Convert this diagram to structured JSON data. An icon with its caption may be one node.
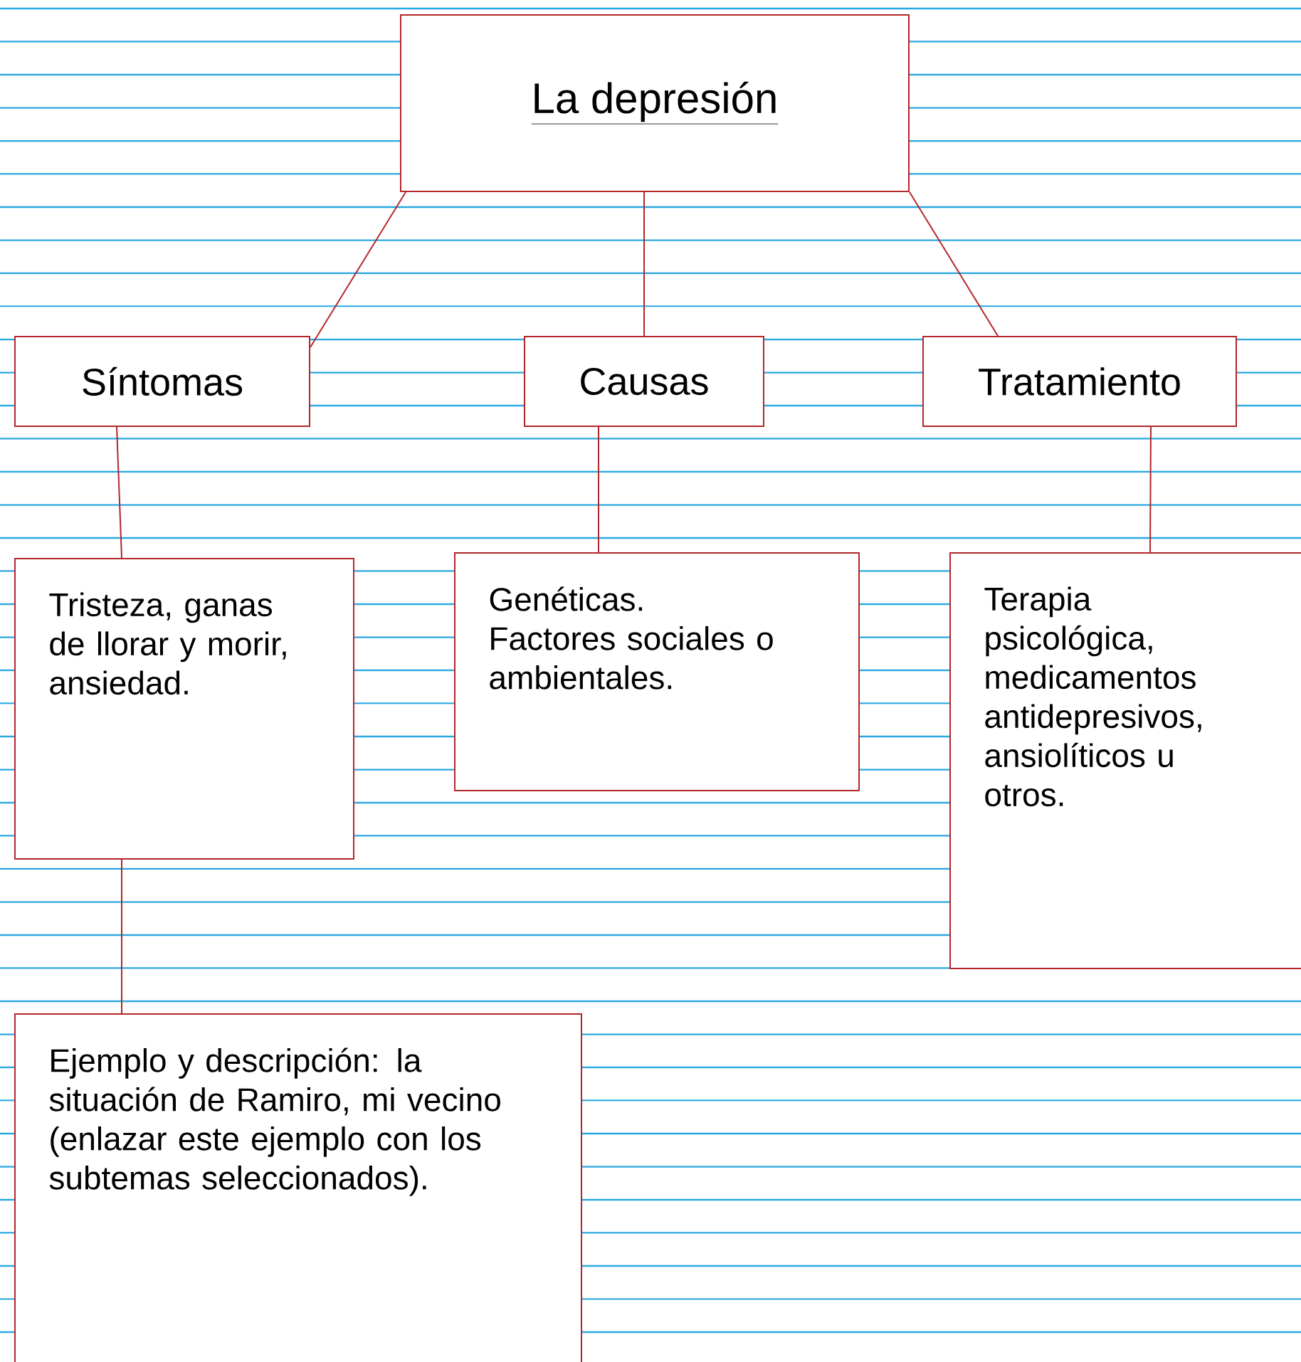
{
  "diagram": {
    "nodes": [
      {
        "text": [
          "La depresión"
        ]
      },
      {
        "text": [
          "Síntomas"
        ]
      },
      {
        "text": [
          "Causas"
        ]
      },
      {
        "text": [
          "Tratamiento"
        ]
      },
      {
        "text": [
          "Tristeza, ganas de llorar y morir, ansiedad."
        ]
      },
      {
        "text": [
          "Genéticas. Factores sociales o ambientales."
        ]
      },
      {
        "text": [
          "Terapia psicológica, medicamentos antidepresivos, ansiolíticos u otros."
        ]
      },
      {
        "text": [
          "Ejemplo y descripción: la situación de Ramiro, mi vecino (enlazar este ejemplo con los subtemas seleccionados)."
        ]
      }
    ],
    "edges": [
      {
        "from": 0,
        "to": 1,
        "arrow": "none"
      },
      {
        "from": 0,
        "to": 2,
        "arrow": "none"
      },
      {
        "from": 0,
        "to": 3,
        "arrow": "none"
      },
      {
        "from": 1,
        "to": 4,
        "arrow": "none"
      },
      {
        "from": 2,
        "to": 5,
        "arrow": "none"
      },
      {
        "from": 3,
        "to": 6,
        "arrow": "none"
      },
      {
        "from": 4,
        "to": 7,
        "arrow": "none"
      }
    ]
  }
}
